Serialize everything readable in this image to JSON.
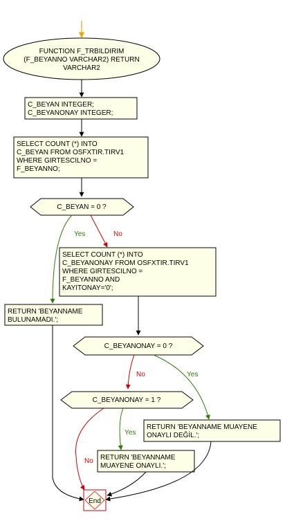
{
  "colors": {
    "fill": "#ffffe8",
    "stroke": "#000000",
    "start_arrow": "#f5a300",
    "yes": "#2e7d00",
    "no": "#cc0000",
    "end_stroke": "#cc0000"
  },
  "function_header": [
    "FUNCTION F_TRBILDIRIM",
    "(F_BEYANNO VARCHAR2) RETURN",
    "VARCHAR2"
  ],
  "declare": [
    "C_BEYAN INTEGER;",
    "C_BEYANONAY INTEGER;"
  ],
  "select1": [
    "SELECT COUNT (*) INTO",
    "C_BEYAN FROM OSFXTIR.TIRV1",
    "WHERE  GIRTESCILNO =",
    "F_BEYANNO;"
  ],
  "decision1": "C_BEYAN = 0 ?",
  "select2": [
    "SELECT COUNT (*) INTO",
    "C_BEYANONAY FROM OSFXTIR.TIRV1",
    "WHERE  GIRTESCILNO =",
    "F_BEYANNO AND",
    "KAYITONAY='0';"
  ],
  "return_bulunamadi": [
    "RETURN 'BEYANNAME",
    "BULUNAMADI.';"
  ],
  "decision2": "C_BEYANONAY = 0 ?",
  "decision3": "C_BEYANONAY = 1 ?",
  "return_onayli_degil": [
    "RETURN 'BEYANNAME MUAYENE",
    "ONAYLI DEĞİL.';"
  ],
  "return_onayli": [
    "RETURN 'BEYANNAME",
    "MUAYENE ONAYLI.';"
  ],
  "end_label": "End",
  "labels": {
    "yes1": "Yes",
    "no1": "No",
    "no2": "No",
    "yes2": "Yes",
    "yes3": "Yes",
    "no3": "No"
  }
}
